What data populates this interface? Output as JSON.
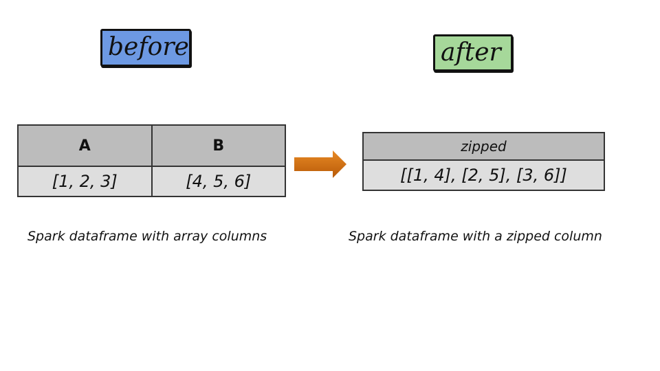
{
  "before": {
    "label": "before",
    "label_color": "#6d99e3",
    "columns": [
      "A",
      "B"
    ],
    "row": [
      "[1, 2, 3]",
      "[4, 5, 6]"
    ],
    "caption": "Spark dataframe with array columns"
  },
  "after": {
    "label": "after",
    "label_color": "#a6d89a",
    "columns": [
      "zipped"
    ],
    "row": [
      "[[1, 4], [2, 5], [3, 6]]"
    ],
    "caption": "Spark dataframe with a zipped column"
  },
  "arrow_color": "#d2730f"
}
